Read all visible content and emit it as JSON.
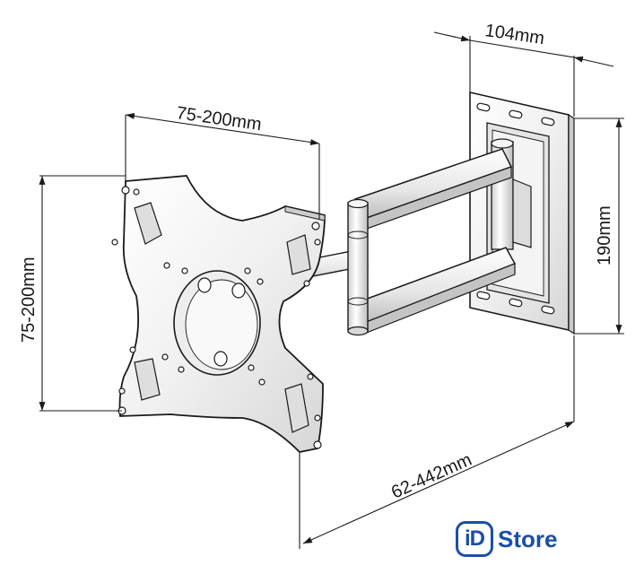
{
  "dimensions": {
    "top_width": "75-200mm",
    "left_height": "75-200mm",
    "wall_plate_width": "104mm",
    "wall_plate_height": "190mm",
    "arm_extension": "62-442mm"
  },
  "logo": {
    "badge": "iD",
    "word": "Store",
    "color": "#1b4fa6"
  },
  "colors": {
    "line": "#1a1a1a",
    "metal_light": "#f2f2f2",
    "metal_mid": "#d9d9d9",
    "metal_dark": "#b8b8b8"
  }
}
